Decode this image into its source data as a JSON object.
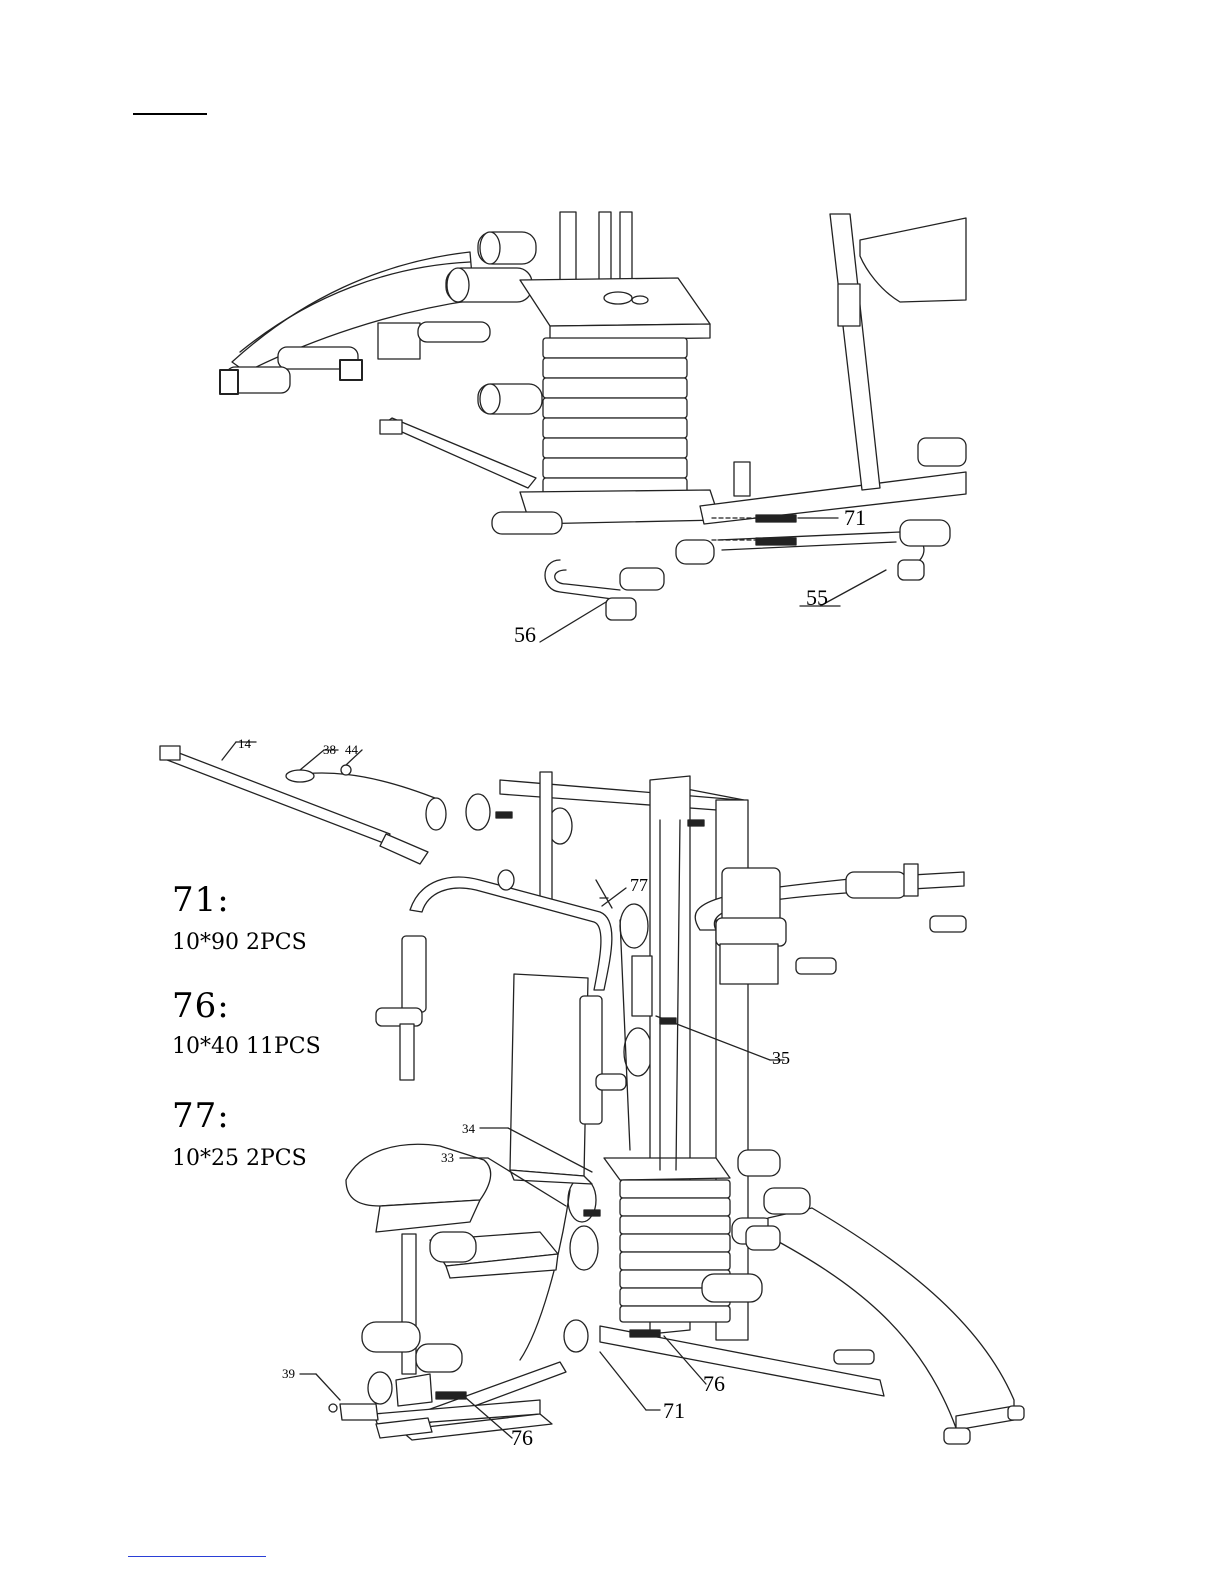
{
  "figure_top": {
    "callouts": {
      "c71": "71",
      "c55": "55",
      "c56": "56"
    }
  },
  "figure_bottom": {
    "callouts": {
      "c14": "14",
      "c38": "38",
      "c44": "44",
      "c77": "77",
      "c35": "35",
      "c34": "34",
      "c33": "33",
      "c39": "39",
      "c76a": "76",
      "c71": "71",
      "c76b": "76"
    }
  },
  "hardware": [
    {
      "code": "71:",
      "size": "10*90  2PCS"
    },
    {
      "code": "76:",
      "size": "10*40  11PCS"
    },
    {
      "code": "77:",
      "size": "10*25  2PCS"
    }
  ]
}
